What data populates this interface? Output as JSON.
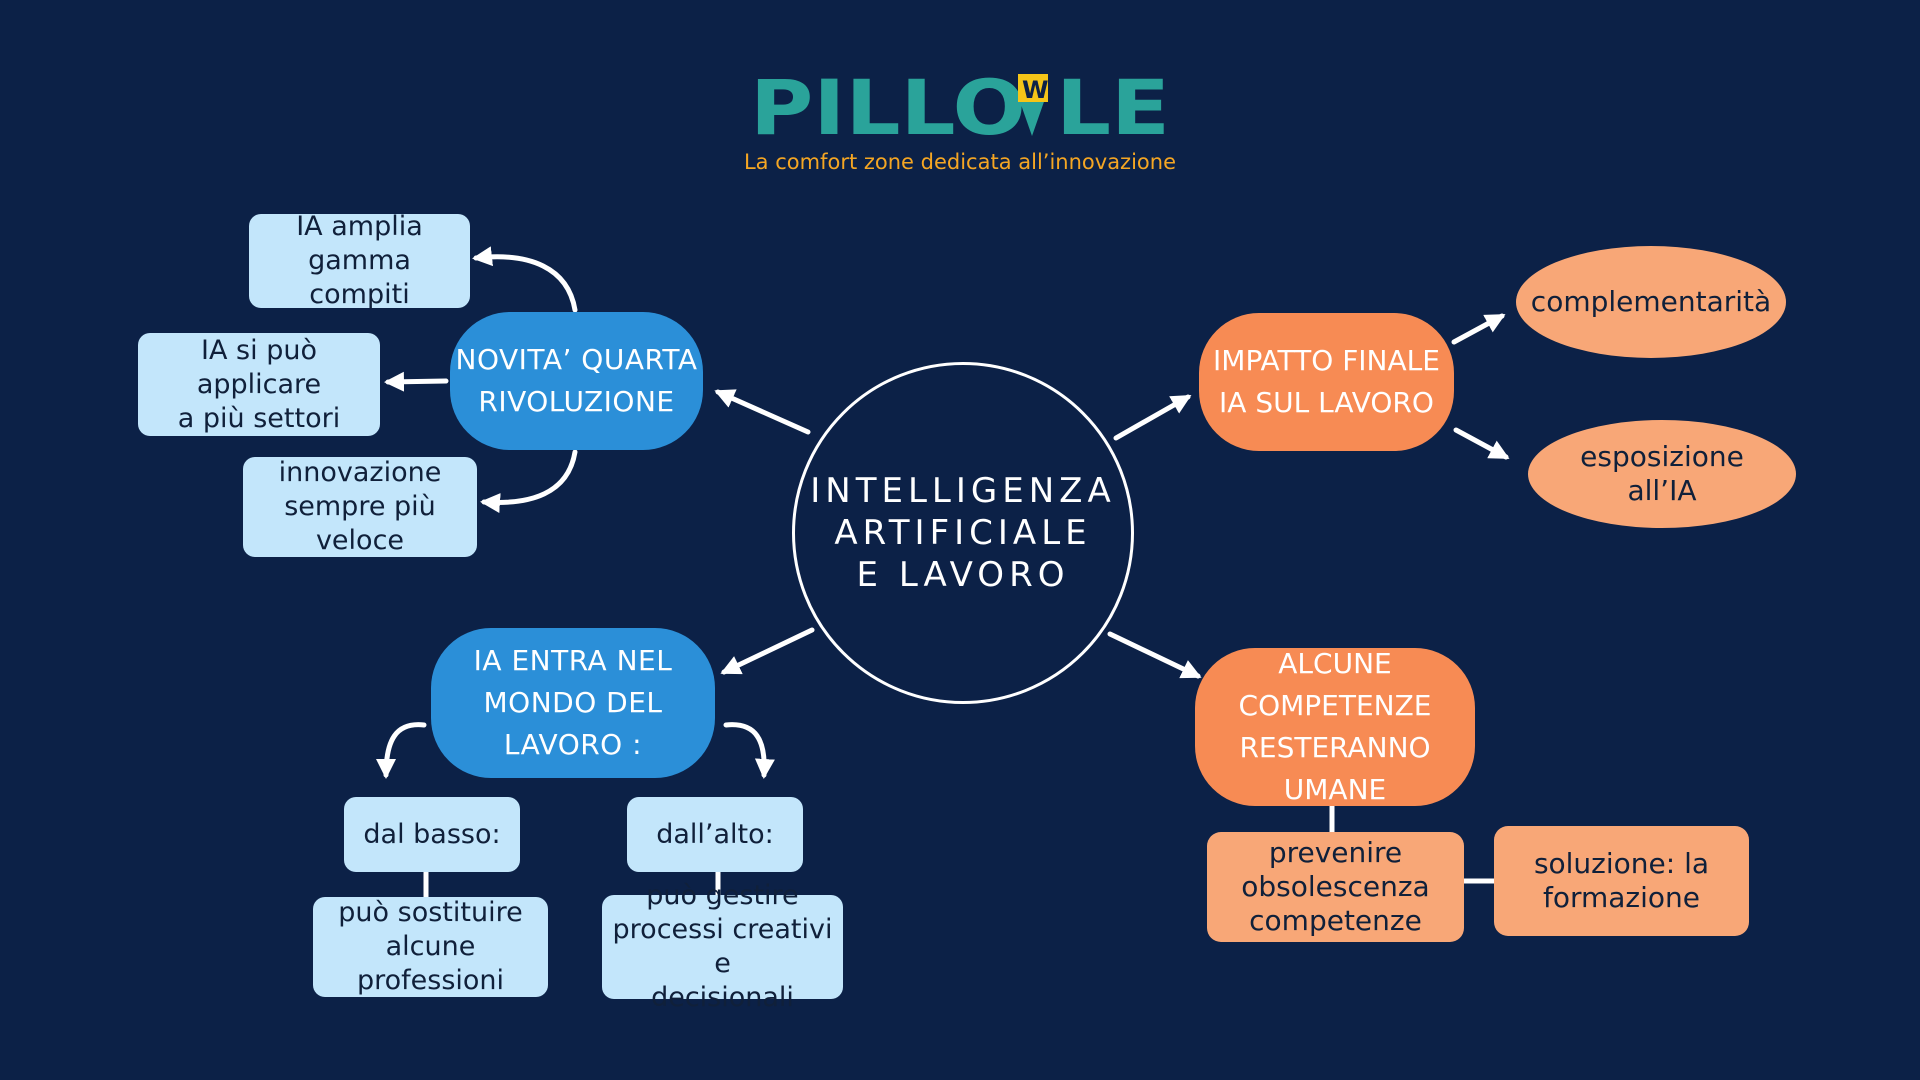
{
  "brand": {
    "logo_text": "PILLOWLE",
    "tagline": "La comfort zone dedicata all’innovazione",
    "colors": {
      "logo_teal": "#2aa39a",
      "logo_yellow": "#f5c518",
      "tagline_orange": "#f5a623"
    }
  },
  "center": {
    "title": "INTELLIGENZA\nARTIFICIALE\nE LAVORO"
  },
  "branches": {
    "novita": {
      "label": "NOVITA’ QUARTA\nRIVOLUZIONE",
      "children": [
        "IA amplia\ngamma compiti",
        "IA si può applicare\na più settori",
        "innovazione\nsempre più veloce"
      ]
    },
    "entra": {
      "label": "IA ENTRA NEL\nMONDO DEL LAVORO :",
      "children": [
        {
          "label": "dal basso:",
          "detail": "può sostituire\nalcune professioni"
        },
        {
          "label": "dall’alto:",
          "detail": "può gestire\nprocessi creativi e\ndecisionali"
        }
      ]
    },
    "impatto": {
      "label": "IMPATTO FINALE\nIA SUL LAVORO",
      "children": [
        "complementarità",
        "esposizione\nall’IA"
      ]
    },
    "competenze": {
      "label": "ALCUNE COMPETENZE\nRESTERANNO UMANE",
      "children": [
        "prevenire\nobsolescenza\ncompetenze",
        "soluzione: la\nformazione"
      ]
    }
  },
  "colors": {
    "background": "#0c2147",
    "light_box": "#c3e6fb",
    "blue_node": "#2b8fd8",
    "orange_node": "#f78b54",
    "peach_node": "#f8a777",
    "connector": "#ffffff"
  }
}
